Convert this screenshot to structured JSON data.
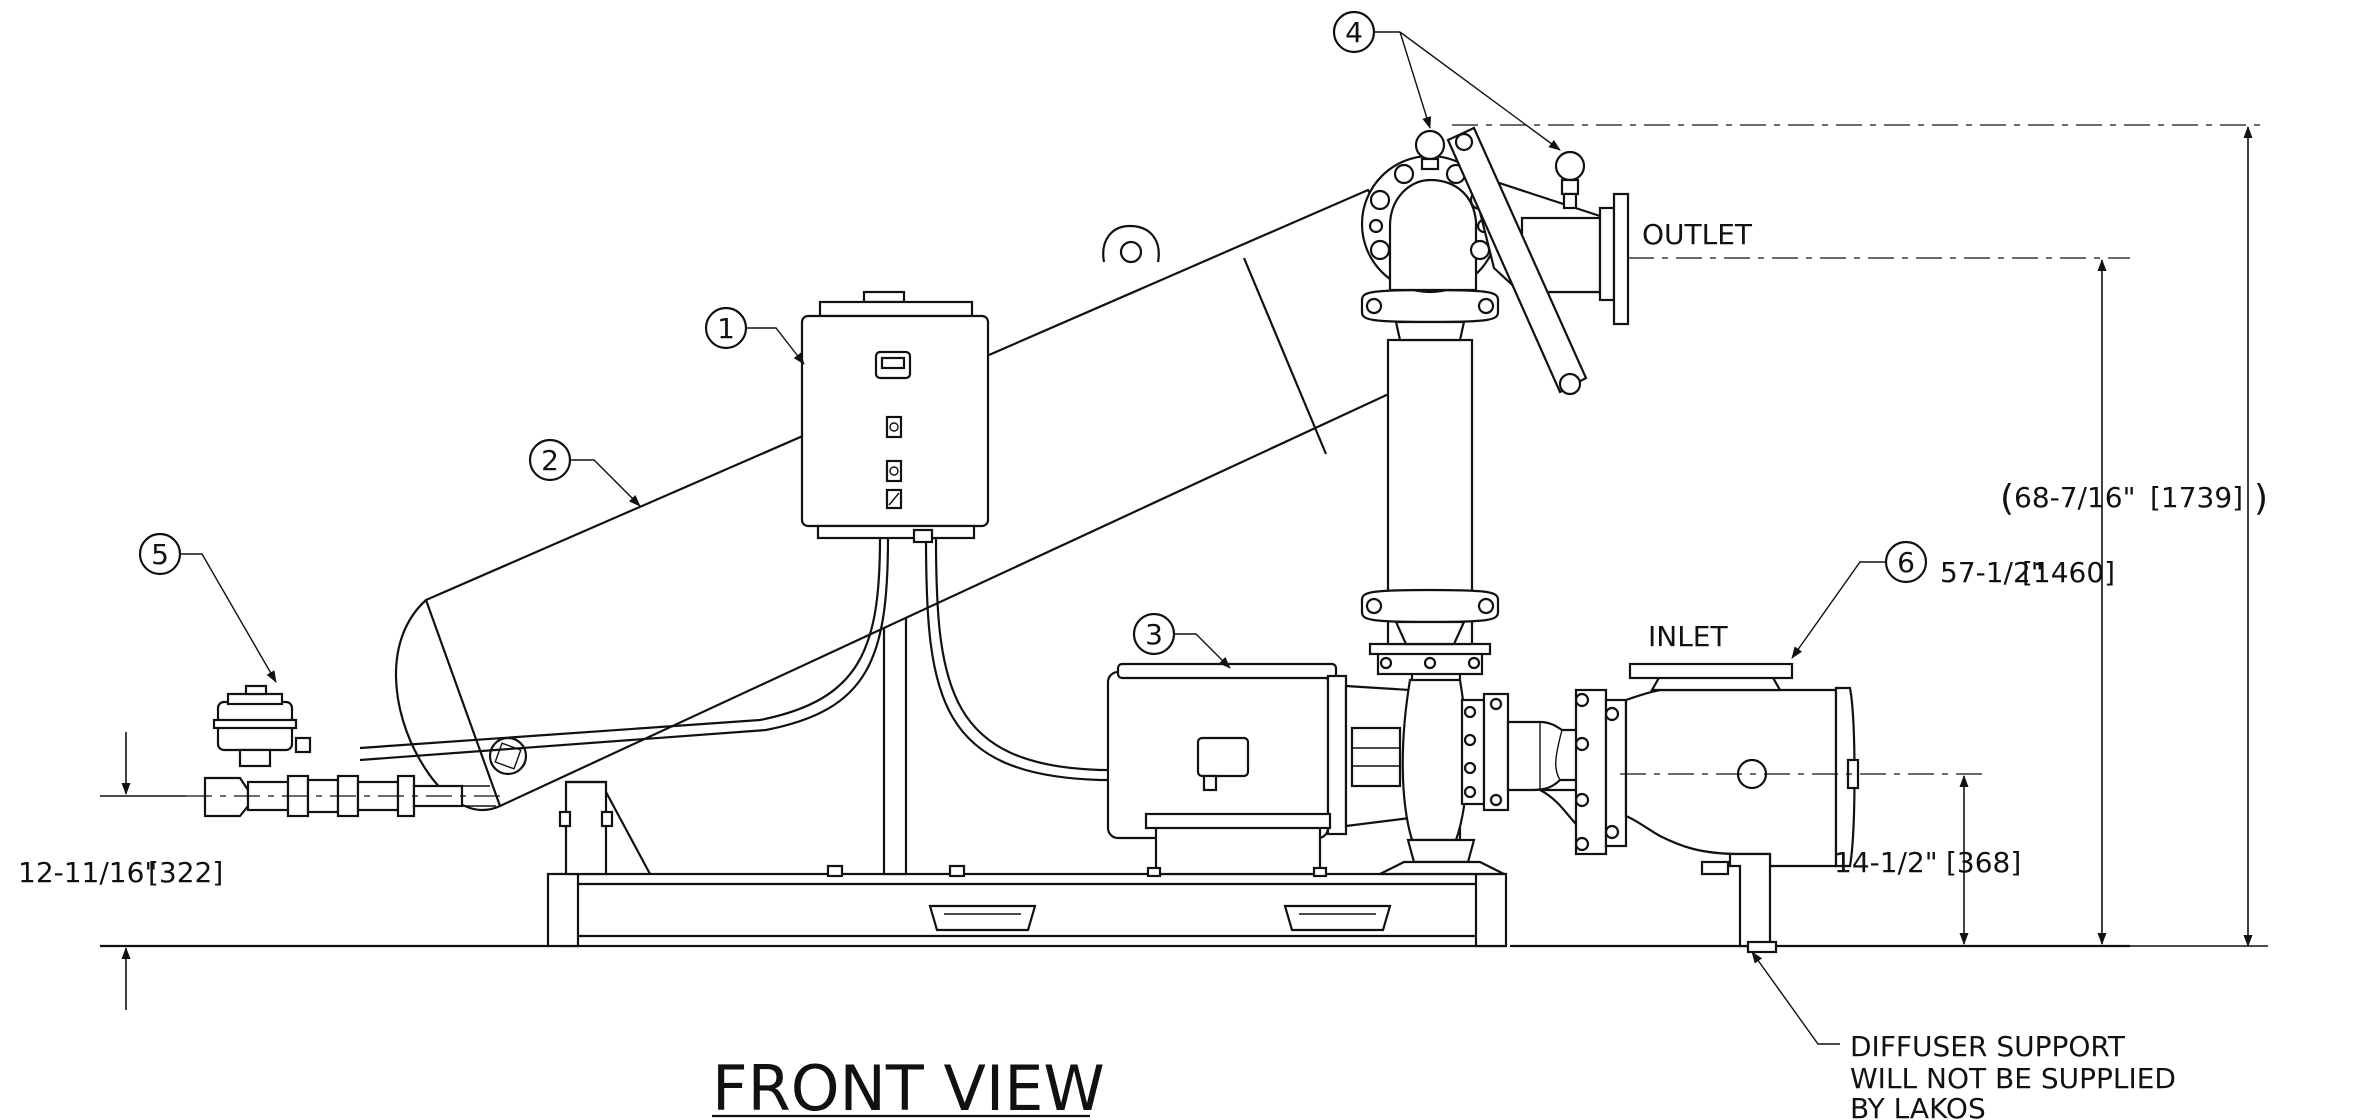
{
  "view_title": "FRONT VIEW",
  "labels": {
    "outlet": "OUTLET",
    "inlet": "INLET"
  },
  "callouts": [
    "1",
    "2",
    "3",
    "4",
    "5",
    "6"
  ],
  "dimensions": {
    "overall_height_open": "(",
    "overall_height": "68-7/16\"",
    "overall_height_mm": "[1739]",
    "overall_height_close": ")",
    "outlet_height": "57-1/2\"",
    "outlet_height_mm": "[1460]",
    "inlet_height": "14-1/2\"",
    "inlet_height_mm": "[368]",
    "left_height": "12-11/16\"",
    "left_height_mm": "[322]"
  },
  "note": {
    "line1": "DIFFUSER SUPPORT",
    "line2": "WILL NOT BE SUPPLIED",
    "line3": "BY LAKOS"
  }
}
